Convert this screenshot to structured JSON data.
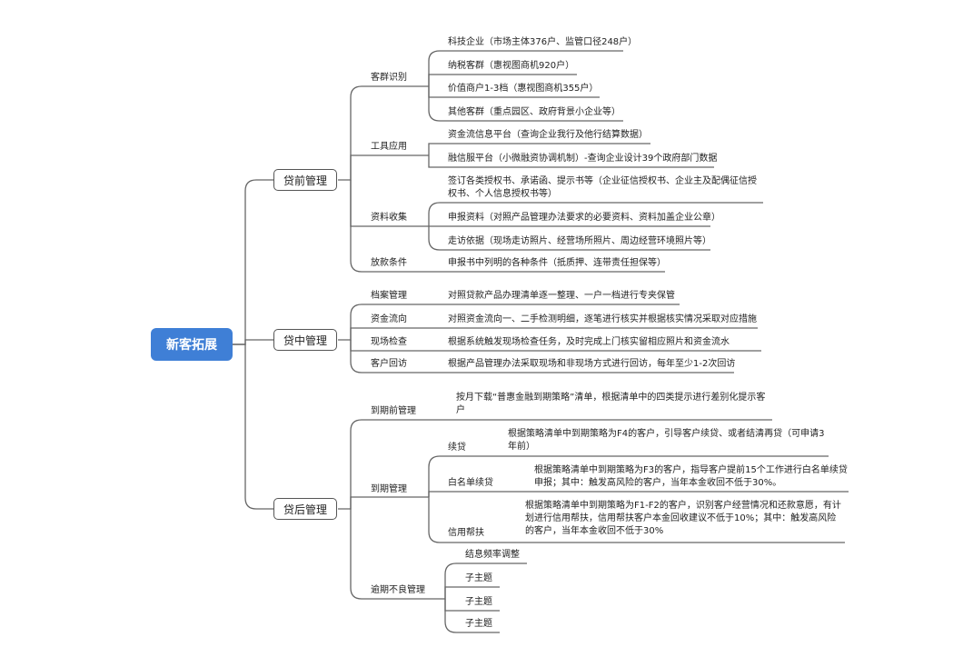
{
  "root": "新客拓展",
  "sections": [
    {
      "label": "贷前管理",
      "groups": [
        {
          "label": "客群识别",
          "items": [
            "科技企业（市场主体376户、监管口径248户）",
            "纳税客群（惠视图商机920户）",
            "价值商户1-3档（惠视图商机355户）",
            "其他客群（重点园区、政府背景小企业等）"
          ]
        },
        {
          "label": "工具应用",
          "items": [
            "资金流信息平台（查询企业我行及他行结算数据）",
            "融信服平台（小微融资协调机制）-查询企业设计39个政府部门数据"
          ]
        },
        {
          "label": "资料收集",
          "items": [
            "签订各类授权书、承诺函、提示书等（企业征信授权书、企业主及配偶征信授权书、个人信息授权书等）",
            "申报资料（对照产品管理办法要求的必要资料、资料加盖企业公章）",
            "走访依据（现场走访照片、经营场所照片、周边经营环境照片等）"
          ]
        },
        {
          "label": "放款条件",
          "items": [
            "申报书中列明的各种条件（抵质押、连带责任担保等）"
          ]
        }
      ]
    },
    {
      "label": "贷中管理",
      "groups": [
        {
          "label": "档案管理",
          "items": [
            "对照贷款产品办理清单逐一整理、一户一档进行专夹保管"
          ]
        },
        {
          "label": "资金流向",
          "items": [
            "对照资金流向一、二手检测明细，逐笔进行核实并根据核实情况采取对应措施"
          ]
        },
        {
          "label": "现场检查",
          "items": [
            "根据系统触发现场检查任务，及时完成上门核实留相应照片和资金流水"
          ]
        },
        {
          "label": "客户回访",
          "items": [
            "根据产品管理办法采取现场和非现场方式进行回访，每年至少1-2次回访"
          ]
        }
      ]
    },
    {
      "label": "贷后管理",
      "groups": [
        {
          "label": "到期前管理",
          "items": [
            "按月下载“普惠金融到期策略”清单，根据清单中的四类提示进行差别化提示客户"
          ]
        },
        {
          "label": "到期管理",
          "subgroups": [
            {
              "label": "续贷",
              "text": "根据策略清单中到期策略为F4的客户，引导客户续贷、或者结清再贷（可申请3年前）"
            },
            {
              "label": "白名单续贷",
              "text": "根据策略清单中到期策略为F3的客户，指导客户提前15个工作进行白名单续贷申报；其中：触发高风险的客户，当年本金收回不低于30%。"
            },
            {
              "label": "信用帮扶",
              "text": "根据策略清单中到期策略为F1-F2的客户，识别客户经营情况和还款意愿，有计划进行信用帮扶，信用帮扶客户本金回收建议不低于10%；其中：触发高风险的客户，当年本金收回不低于30%"
            }
          ]
        },
        {
          "label": "逾期不良管理",
          "items": [
            "结息频率调整",
            "子主题",
            "子主题",
            "子主题"
          ]
        }
      ]
    }
  ]
}
